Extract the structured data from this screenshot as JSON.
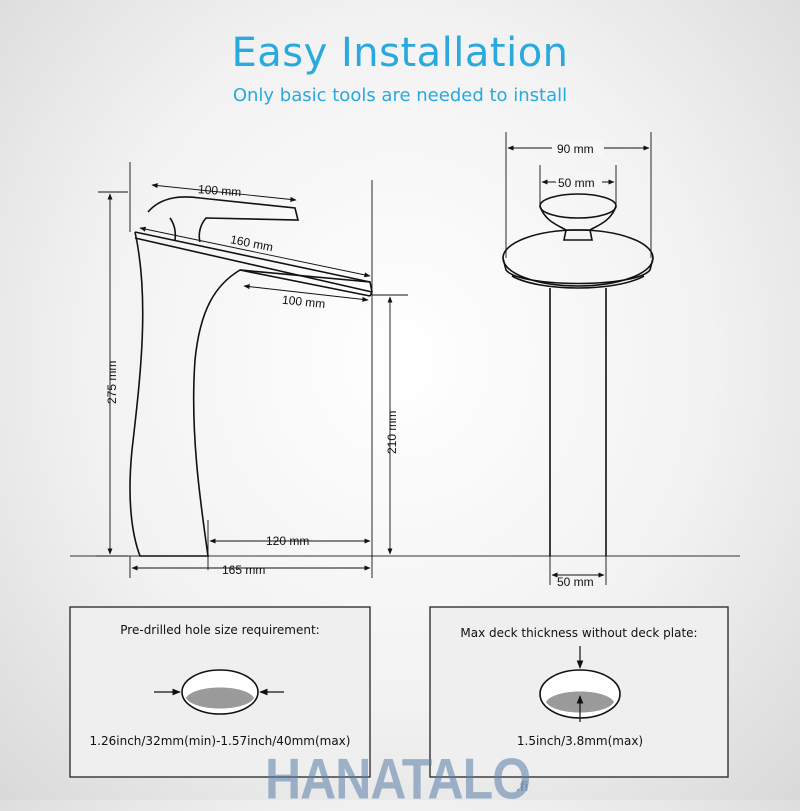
{
  "header": {
    "title": "Easy Installation",
    "subtitle": "Only basic tools are needed to install"
  },
  "side_view": {
    "handle_length": "100 mm",
    "spout_length": "160 mm",
    "outlet_width": "100 mm",
    "total_height": "275 mm",
    "spout_height": "210 mm",
    "reach": "120 mm",
    "base_width": "165 mm"
  },
  "front_view": {
    "plate_width": "90 mm",
    "handle_width": "50 mm",
    "pipe_width": "50 mm"
  },
  "hole_box": {
    "heading": "Pre-drilled hole size requirement:",
    "spec": "1.26inch/32mm(min)-1.57inch/40mm(max)"
  },
  "deck_box": {
    "heading": "Max deck thickness without deck plate:",
    "spec": "1.5inch/3.8mm(max)"
  },
  "logo": {
    "brand": "HANATALO",
    "suffix": ".fi"
  }
}
